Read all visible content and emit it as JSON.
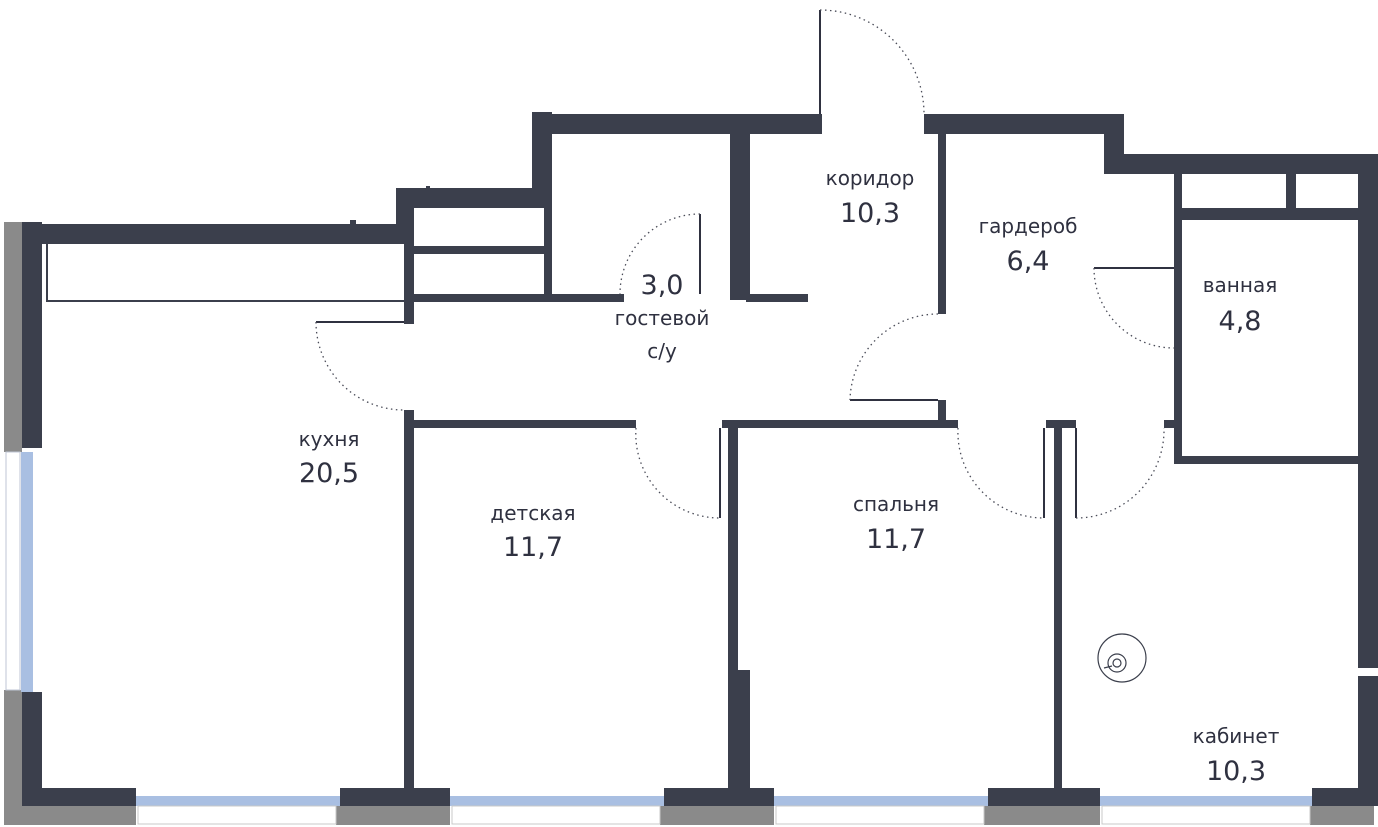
{
  "colors": {
    "wall": "#3b3f4c",
    "window_glass": "#a9bfe2",
    "facade": "#808080",
    "text": "#2f3140",
    "background": "#ffffff"
  },
  "rooms": [
    {
      "id": "kitchen",
      "name": "кухня",
      "area": "20,5"
    },
    {
      "id": "kids",
      "name": "детская",
      "area": "11,7"
    },
    {
      "id": "bedroom",
      "name": "спальня",
      "area": "11,7"
    },
    {
      "id": "office",
      "name": "кабинет",
      "area": "10,3"
    },
    {
      "id": "corridor",
      "name": "коридор",
      "area": "10,3"
    },
    {
      "id": "wardrobe",
      "name": "гардероб",
      "area": "6,4"
    },
    {
      "id": "bath",
      "name": "ванная",
      "area": "4,8"
    },
    {
      "id": "wc",
      "name_line1": "гостевой",
      "name_line2": "с/у",
      "area": "3,0"
    }
  ]
}
